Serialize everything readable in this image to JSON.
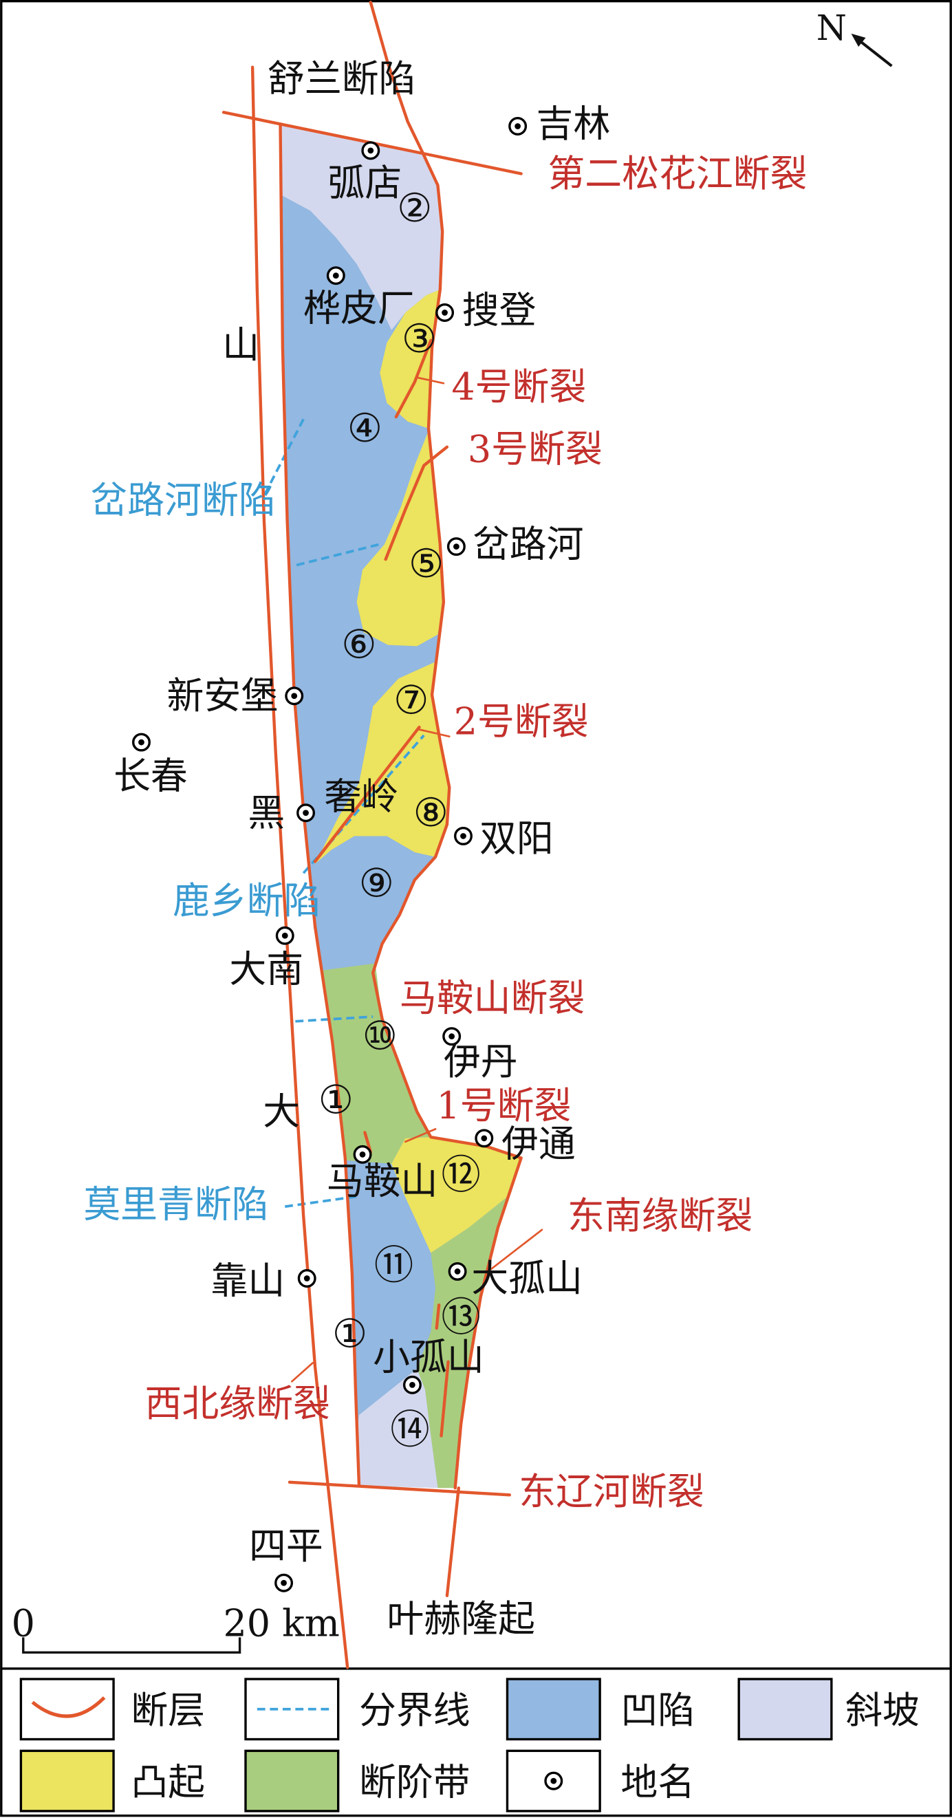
{
  "map": {
    "north_label": "N",
    "units": {
      "shulan": "舒兰断陷",
      "chaluhe": "岔路河断陷",
      "luxiang": "鹿乡断陷",
      "moliqing": "莫里青断陷",
      "yehe": "叶赫隆起"
    },
    "mountain_chars": [
      "山",
      "黑",
      "大"
    ],
    "faults": {
      "second_songhua": "第二松花江断裂",
      "no4": "4号断裂",
      "no3": "3号断裂",
      "no2": "2号断裂",
      "maanshan": "马鞍山断裂",
      "no1": "1号断裂",
      "southeast_margin": "东南缘断裂",
      "northwest_margin": "西北缘断裂",
      "dongliao": "东辽河断裂"
    },
    "places": [
      "吉林",
      "弧店",
      "桦皮厂",
      "搜登",
      "岔路河",
      "新安堡",
      "长春",
      "奢岭",
      "双阳",
      "大南",
      "伊丹",
      "伊通",
      "马鞍山",
      "靠山",
      "大孤山",
      "小孤山",
      "四平"
    ],
    "zones": [
      "②",
      "③",
      "④",
      "⑤",
      "⑥",
      "⑦",
      "⑧",
      "⑨",
      "⑩",
      "①",
      "⑫",
      "⑪",
      "⑬",
      "①",
      "⑭"
    ],
    "scale": {
      "zero": "0",
      "distance": "20 km"
    }
  },
  "legend": [
    {
      "label": "断层",
      "symbol": "fault-line-icon"
    },
    {
      "label": "分界线",
      "symbol": "boundary-dashed-icon"
    },
    {
      "label": "凹陷",
      "symbol": "depression-swatch-icon"
    },
    {
      "label": "斜坡",
      "symbol": "slope-swatch-icon"
    },
    {
      "label": "凸起",
      "symbol": "uplift-swatch-icon"
    },
    {
      "label": "断阶带",
      "symbol": "fault-step-swatch-icon"
    },
    {
      "label": "地名",
      "symbol": "place-marker-icon"
    }
  ],
  "colors": {
    "depression": "#93b8e1",
    "slope": "#d4d8ee",
    "uplift": "#ece35e",
    "fault_step_zone": "#a9cd7e",
    "fault": "#e2572c",
    "boundary": "#3fa3dc",
    "fault_label": "#c3302c",
    "unit_label": "#3a9bd2",
    "text": "#111111"
  }
}
